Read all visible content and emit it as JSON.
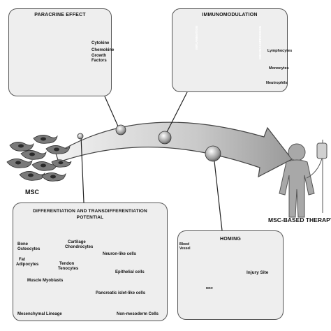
{
  "paracrine": {
    "title": "PARACRINE EFFECT",
    "legend": [
      "Cytokine",
      "Chemokine",
      "Growth",
      "Factors"
    ]
  },
  "immuno": {
    "title": "IMMUNOMODULATION",
    "gradient_label": "INFLAMMATION",
    "bar_label": "IMMUNOSUPRESSION",
    "cells": [
      "Lymphocytes",
      "Monocytes",
      "Neutrophils"
    ]
  },
  "center": {
    "msc": "MSC",
    "therapy": "MSC-BASED THERAPY"
  },
  "differentiation": {
    "title_line1": "DIFFERENTIATION  AND TRANSDIFFERENTIATION",
    "title_line2": "POTENTIAL",
    "bone": "Bone",
    "osteocytes": "Osteocytes",
    "cartilage": "Cartilage",
    "chondrocytes": "Chondrocytes",
    "fat": "Fat",
    "adipocytes": "Adipocytes",
    "tendon": "Tendon",
    "tenocytes": "Tenocytes",
    "muscle": "Muscle Myoblasts",
    "neuron": "Neuron-like cells",
    "epithelial": "Epithelial cells",
    "pancreatic": "Pancreatic islet-like cells",
    "mesenchymal": "Mesenchymal Lineage",
    "non_mesoderm": "Non-mesoderm Cells"
  },
  "homing": {
    "title": "HOMING",
    "blood1": "Blood",
    "blood2": "Vessel",
    "msc_small": "MSC",
    "injury": "Injury Site"
  }
}
